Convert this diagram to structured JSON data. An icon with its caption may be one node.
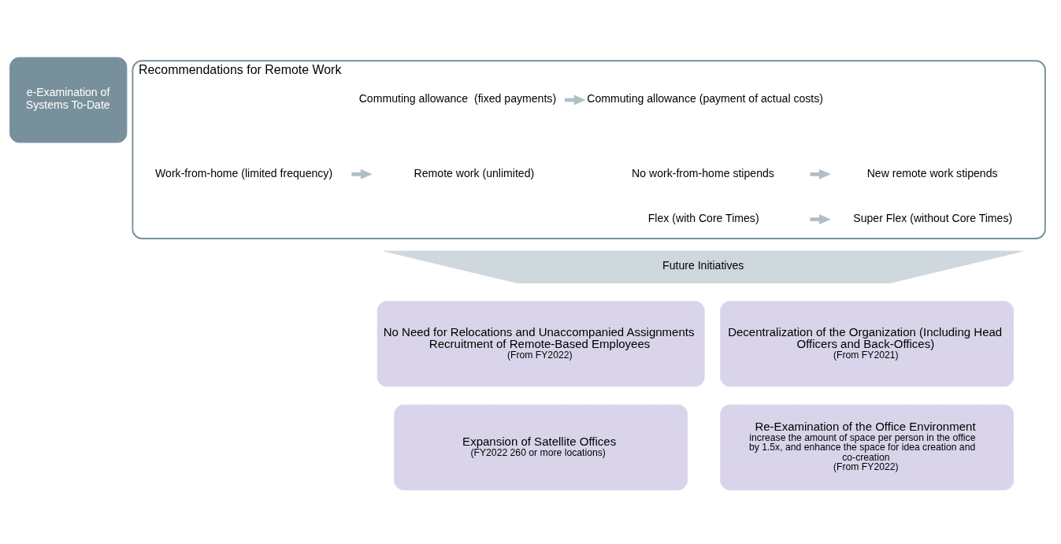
{
  "diagram": {
    "nodes": [
      {
        "text": [
          "e-Examination of Systems To-Date"
        ]
      },
      {
        "text": [
          "Recommendations for Remote Work"
        ]
      },
      {
        "text": [
          "Work-from-home (limited frequency)"
        ],
        "in": 1
      },
      {
        "text": [
          "Remote work (unlimited)"
        ],
        "in": 1
      },
      {
        "text": [
          "Commuting allowance  (fixed payments)"
        ],
        "in": 1
      },
      {
        "text": [
          "Commuting allowance (payment of actual costs)"
        ],
        "in": 1
      },
      {
        "text": [
          "No work-from-home stipends"
        ],
        "in": 1
      },
      {
        "text": [
          "New remote work stipends"
        ],
        "in": 1
      },
      {
        "text": [
          "Flex (with Core Times)"
        ],
        "in": 1
      },
      {
        "text": [
          "Super Flex (without Core Times)"
        ],
        "in": 1
      },
      {
        "text": [
          "Future Initiatives"
        ]
      },
      {
        "text": [
          "No Need for Relocations and Unaccompanied Assignments Recruitment of Remote-Based Employees",
          "(From FY2022)"
        ]
      },
      {
        "text": [
          "Decentralization of the Organization (Including Head Officers and Back-Offices)",
          "(From FY2021)"
        ]
      },
      {
        "text": [
          "Expansion of Satellite Offices",
          "(FY2022 260 or more locations)"
        ]
      },
      {
        "text": [
          "Re-Examination of the Office Environment",
          "increase the amount of space per person in the office by 1.5x, and enhance the space for idea creation and co-creation",
          "(From FY2022)"
        ]
      }
    ],
    "edges": [
      {
        "from": 2,
        "to": 3,
        "arrow": "to"
      },
      {
        "from": 4,
        "to": 5,
        "arrow": "to"
      },
      {
        "from": 6,
        "to": 7,
        "arrow": "to"
      },
      {
        "from": 8,
        "to": 9,
        "arrow": "to"
      }
    ]
  }
}
